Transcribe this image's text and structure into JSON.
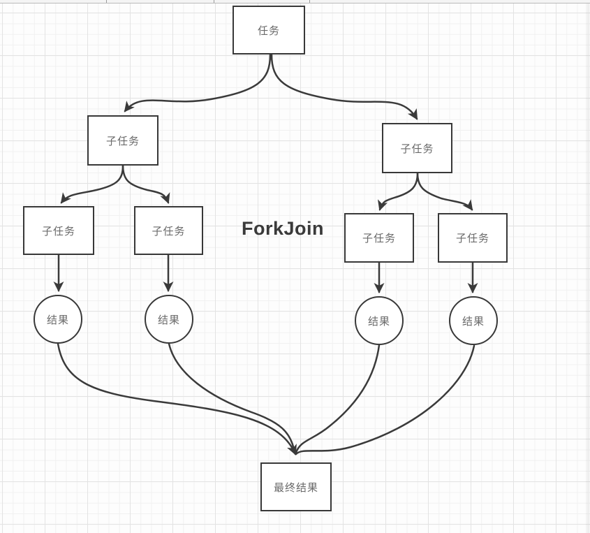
{
  "canvas": {
    "kind": "flowchart-grid-canvas",
    "title_label": "ForkJoin"
  },
  "nodes": [
    {
      "id": "task",
      "shape": "rect",
      "label": "任务"
    },
    {
      "id": "subtask-left",
      "shape": "rect",
      "label": "子任务"
    },
    {
      "id": "subtask-right",
      "shape": "rect",
      "label": "子任务"
    },
    {
      "id": "subtask-left-child-1",
      "shape": "rect",
      "label": "子任务"
    },
    {
      "id": "subtask-left-child-2",
      "shape": "rect",
      "label": "子任务"
    },
    {
      "id": "subtask-right-child-1",
      "shape": "rect",
      "label": "子任务"
    },
    {
      "id": "subtask-right-child-2",
      "shape": "rect",
      "label": "子任务"
    },
    {
      "id": "result-1",
      "shape": "circle",
      "label": "结果"
    },
    {
      "id": "result-2",
      "shape": "circle",
      "label": "结果"
    },
    {
      "id": "result-3",
      "shape": "circle",
      "label": "结果"
    },
    {
      "id": "result-4",
      "shape": "circle",
      "label": "结果"
    },
    {
      "id": "final-result",
      "shape": "rect",
      "label": "最终结果"
    }
  ],
  "colors": {
    "edge_stroke": "#3a3a3a",
    "node_border": "#383838",
    "node_fill": "#ffffff",
    "label_text": "#6a6a6a",
    "title_text": "#3a3a3a",
    "grid_minor": "#f1f1f1",
    "grid_major": "#e3e3e3"
  }
}
